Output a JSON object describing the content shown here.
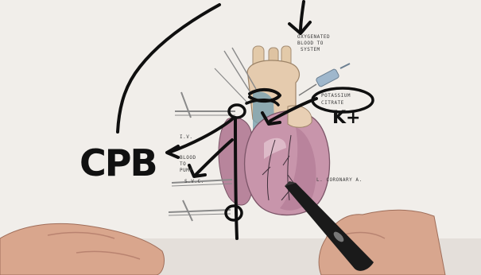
{
  "illustration": {
    "labels": {
      "oxygenated_1": "OXYGENATED",
      "oxygenated_2": "BLOOD TO",
      "oxygenated_3": "SYSTEM",
      "potassium_1": "POTASSIUM",
      "potassium_2": "CITRATE",
      "ivc": "I.V.",
      "blood_to_pump_1": "BLOOD",
      "blood_to_pump_2": "TO",
      "blood_to_pump_3": "PUMP",
      "svc": "S.V.C.",
      "coronary": "L. CORONARY A."
    }
  },
  "annotations": {
    "cpb": "CPB",
    "k_plus": "K+"
  },
  "colors": {
    "paper": "#f1eeea",
    "ink": "#111111",
    "heart_pink": "#c28fa6",
    "aorta_tan": "#e2c9ab",
    "skin": "#d9a78e"
  }
}
